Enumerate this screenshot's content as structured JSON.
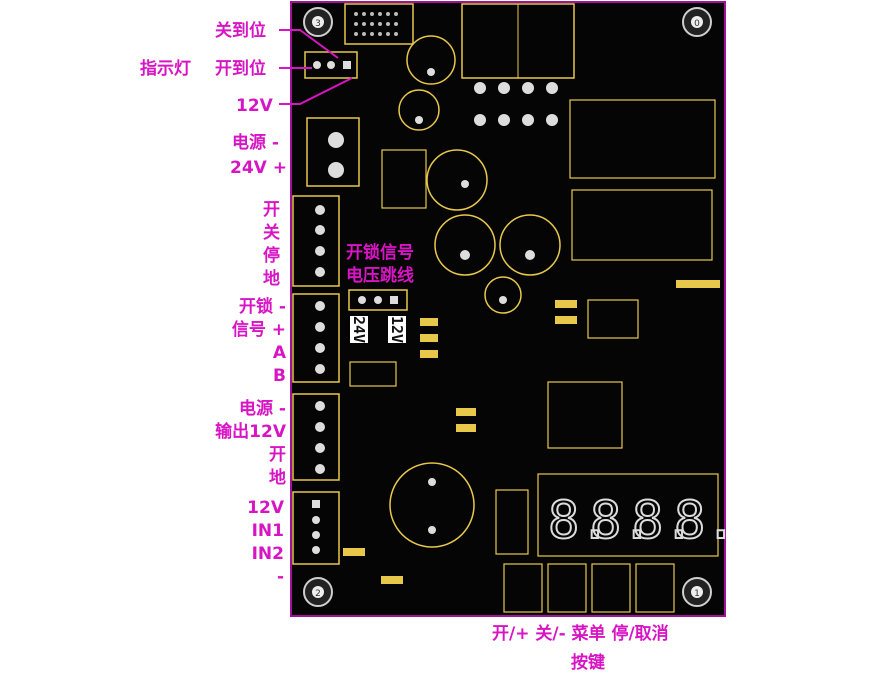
{
  "labels": {
    "indicator": "指示灯",
    "close_pos": "关到位",
    "open_pos": "开到位",
    "v12_top": "12V",
    "power_in": "电源 -",
    "v24_plus": "24V +",
    "switch_stop_gnd": [
      "开",
      "关",
      "停",
      "地"
    ],
    "unlock_signal": [
      "开锁 -",
      "信号 +",
      "A",
      "B"
    ],
    "power_out": [
      "电源  -",
      "输出12V",
      "开",
      "地"
    ],
    "inputs": [
      "12V",
      "IN1",
      "IN2",
      "-"
    ],
    "jumper_title_1": "开锁信号",
    "jumper_title_2": "电压跳线",
    "jumper_24v": "24V",
    "jumper_12v": "12V",
    "keys_row": "开/+ 关/- 菜单 停/取消",
    "keys_caption": "按键"
  },
  "mount_holes": [
    "3",
    "0",
    "2",
    "1"
  ],
  "colors": {
    "board": "#050505",
    "outline": "#a0129a",
    "silk": "#e8c84a",
    "label": "#d815c4",
    "pad": "#c8c8c8"
  }
}
